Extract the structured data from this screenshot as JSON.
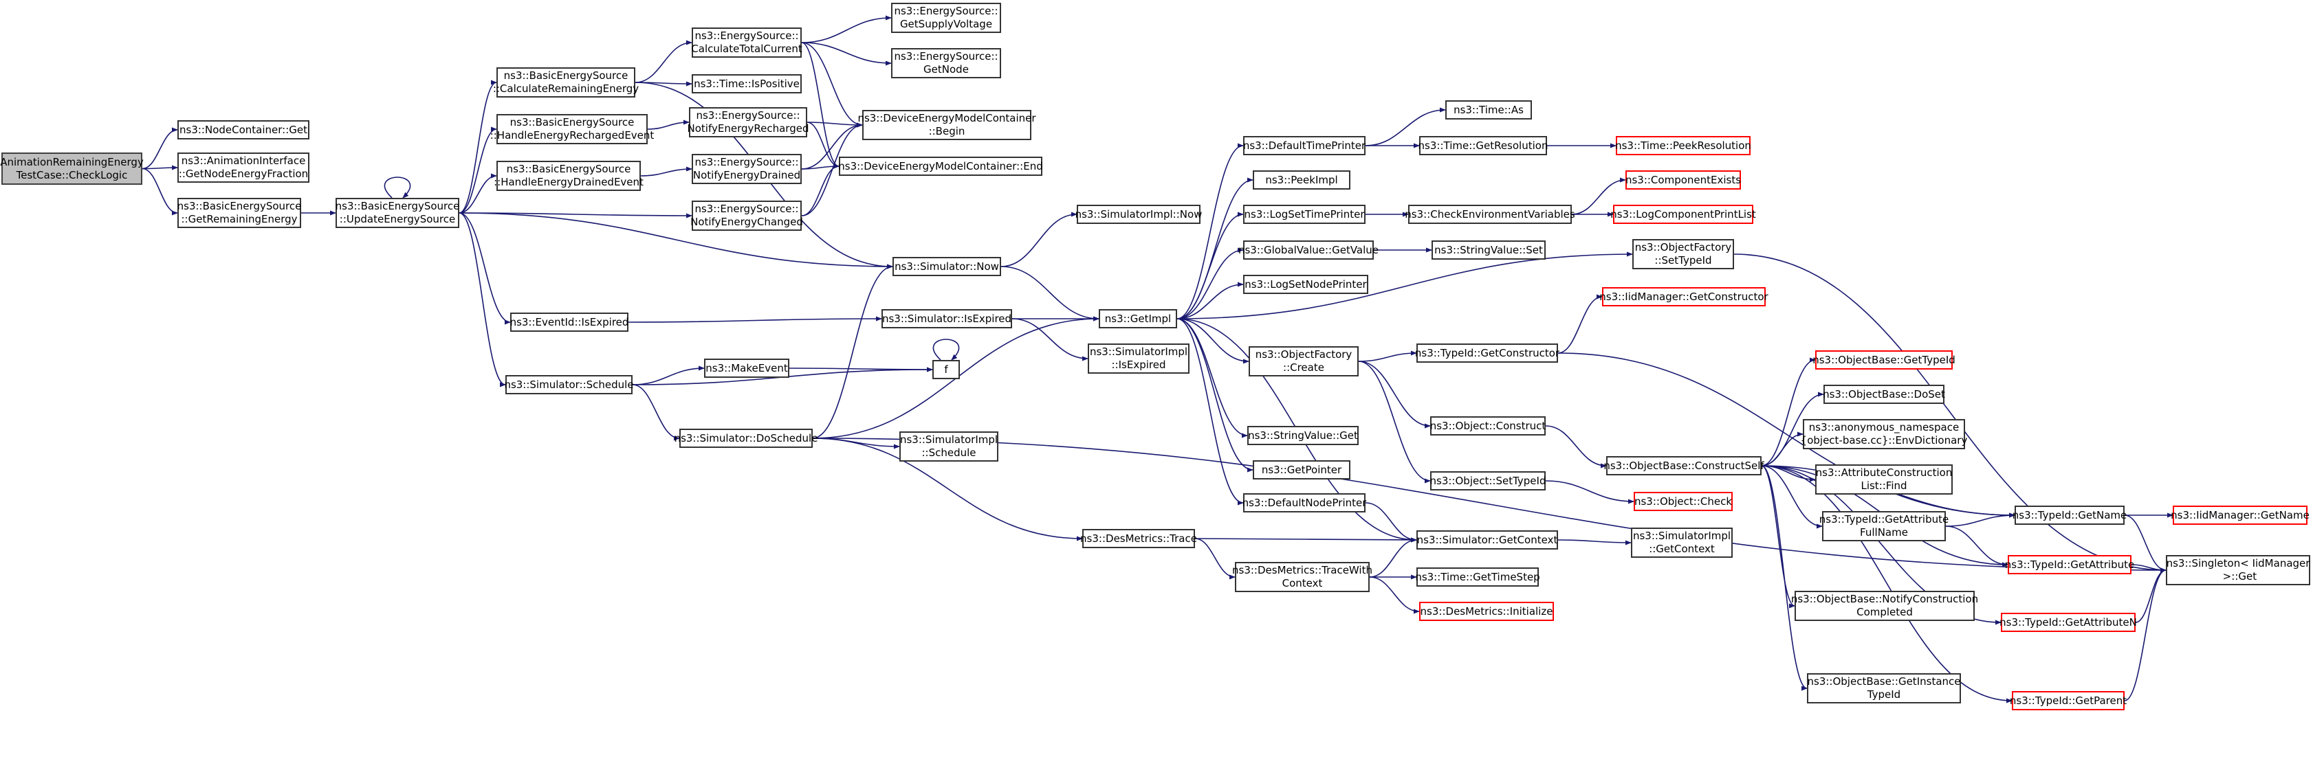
{
  "nodes": [
    {
      "id": "root",
      "label": "AnimationRemainingEnergy\nTestCase::CheckLogic",
      "kind": "root"
    },
    {
      "id": "nodecont",
      "label": "ns3::NodeContainer::Get"
    },
    {
      "id": "anim",
      "label": "ns3::AnimationInterface\n::GetNodeEnergyFraction"
    },
    {
      "id": "getrem",
      "label": "ns3::BasicEnergySource\n::GetRemainingEnergy"
    },
    {
      "id": "upd",
      "label": "ns3::BasicEnergySource\n::UpdateEnergySource"
    },
    {
      "id": "calcrem",
      "label": "ns3::BasicEnergySource\n::CalculateRemainingEnergy"
    },
    {
      "id": "hrech",
      "label": "ns3::BasicEnergySource\n::HandleEnergyRechargedEvent"
    },
    {
      "id": "hdrain",
      "label": "ns3::BasicEnergySource\n::HandleEnergyDrainedEvent"
    },
    {
      "id": "eid",
      "label": "ns3::EventId::IsExpired"
    },
    {
      "id": "sched",
      "label": "ns3::Simulator::Schedule"
    },
    {
      "id": "calctot",
      "label": "ns3::EnergySource::\nCalculateTotalCurrent"
    },
    {
      "id": "ispos",
      "label": "ns3::Time::IsPositive"
    },
    {
      "id": "notrech",
      "label": "ns3::EnergySource::\nNotifyEnergyRecharged"
    },
    {
      "id": "notdrain",
      "label": "ns3::EnergySource::\nNotifyEnergyDrained"
    },
    {
      "id": "notchg",
      "label": "ns3::EnergySource::\nNotifyEnergyChanged"
    },
    {
      "id": "supv",
      "label": "ns3::EnergySource::\nGetSupplyVoltage"
    },
    {
      "id": "esnode",
      "label": "ns3::EnergySource::\nGetNode"
    },
    {
      "id": "demb",
      "label": "ns3::DeviceEnergyModelContainer\n::Begin"
    },
    {
      "id": "deme",
      "label": "ns3::DeviceEnergyModelContainer::End"
    },
    {
      "id": "simnow",
      "label": "ns3::Simulator::Now"
    },
    {
      "id": "simimplnow",
      "label": "ns3::SimulatorImpl::Now"
    },
    {
      "id": "simexp",
      "label": "ns3::Simulator::IsExpired"
    },
    {
      "id": "simimplexp",
      "label": "ns3::SimulatorImpl\n::IsExpired"
    },
    {
      "id": "mkev",
      "label": "ns3::MakeEvent"
    },
    {
      "id": "f",
      "label": "f"
    },
    {
      "id": "dosch",
      "label": "ns3::Simulator::DoSchedule"
    },
    {
      "id": "simimplsch",
      "label": "ns3::SimulatorImpl\n::Schedule"
    },
    {
      "id": "dmtrace",
      "label": "ns3::DesMetrics::Trace"
    },
    {
      "id": "dmtwc",
      "label": "ns3::DesMetrics::TraceWith\nContext"
    },
    {
      "id": "getimpl",
      "label": "ns3::GetImpl"
    },
    {
      "id": "deftp",
      "label": "ns3::DefaultTimePrinter"
    },
    {
      "id": "peek",
      "label": "ns3::PeekImpl"
    },
    {
      "id": "logtp",
      "label": "ns3::LogSetTimePrinter"
    },
    {
      "id": "gvget",
      "label": "ns3::GlobalValue::GetValue"
    },
    {
      "id": "lognp",
      "label": "ns3::LogSetNodePrinter"
    },
    {
      "id": "ofcreate",
      "label": "ns3::ObjectFactory\n::Create"
    },
    {
      "id": "svget",
      "label": "ns3::StringValue::Get"
    },
    {
      "id": "getptr",
      "label": "ns3::GetPointer"
    },
    {
      "id": "defnp",
      "label": "ns3::DefaultNodePrinter"
    },
    {
      "id": "timeas",
      "label": "ns3::Time::As"
    },
    {
      "id": "timegetres",
      "label": "ns3::Time::GetResolution"
    },
    {
      "id": "peekres",
      "label": "ns3::Time::PeekResolution",
      "kind": "red"
    },
    {
      "id": "checkenv",
      "label": "ns3::CheckEnvironmentVariables"
    },
    {
      "id": "compex",
      "label": "ns3::ComponentExists",
      "kind": "red"
    },
    {
      "id": "logcpl",
      "label": "ns3::LogComponentPrintList",
      "kind": "red"
    },
    {
      "id": "svset",
      "label": "ns3::StringValue::Set"
    },
    {
      "id": "ofsettid",
      "label": "ns3::ObjectFactory\n::SetTypeId"
    },
    {
      "id": "iidgetctor",
      "label": "ns3::IidManager::GetConstructor",
      "kind": "red"
    },
    {
      "id": "tidgetctor",
      "label": "ns3::TypeId::GetConstructor"
    },
    {
      "id": "objconst",
      "label": "ns3::Object::Construct"
    },
    {
      "id": "objsettid",
      "label": "ns3::Object::SetTypeId"
    },
    {
      "id": "objcheck",
      "label": "ns3::Object::Check",
      "kind": "red"
    },
    {
      "id": "simgetctx",
      "label": "ns3::Simulator::GetContext"
    },
    {
      "id": "simimplctx",
      "label": "ns3::SimulatorImpl\n::GetContext"
    },
    {
      "id": "timegts",
      "label": "ns3::Time::GetTimeStep"
    },
    {
      "id": "dminit",
      "label": "ns3::DesMetrics::Initialize",
      "kind": "red"
    },
    {
      "id": "obgettid",
      "label": "ns3::ObjectBase::GetTypeId",
      "kind": "red"
    },
    {
      "id": "obdoset",
      "label": "ns3::ObjectBase::DoSet"
    },
    {
      "id": "anonenv",
      "label": "ns3::anonymous_namespace\n{object-base.cc}::EnvDictionary"
    },
    {
      "id": "attrfind",
      "label": "ns3::AttributeConstruction\nList::Find"
    },
    {
      "id": "obcself",
      "label": "ns3::ObjectBase::ConstructSelf"
    },
    {
      "id": "tidgafn",
      "label": "ns3::TypeId::GetAttribute\nFullName"
    },
    {
      "id": "obnotify",
      "label": "ns3::ObjectBase::NotifyConstruction\nCompleted"
    },
    {
      "id": "obinst",
      "label": "ns3::ObjectBase::GetInstance\nTypeId"
    },
    {
      "id": "tidgetname",
      "label": "ns3::TypeId::GetName"
    },
    {
      "id": "tidgetattr",
      "label": "ns3::TypeId::GetAttribute",
      "kind": "red"
    },
    {
      "id": "tidgetattrn",
      "label": "ns3::TypeId::GetAttributeN",
      "kind": "red"
    },
    {
      "id": "tidgetparent",
      "label": "ns3::TypeId::GetParent",
      "kind": "red"
    },
    {
      "id": "iidgetname",
      "label": "ns3::IidManager::GetName",
      "kind": "red"
    },
    {
      "id": "singleton",
      "label": "ns3::Singleton< IidManager\n >::Get"
    }
  ],
  "edges": [
    [
      "root",
      "nodecont"
    ],
    [
      "root",
      "anim"
    ],
    [
      "root",
      "getrem"
    ],
    [
      "getrem",
      "upd"
    ],
    [
      "upd",
      "upd"
    ],
    [
      "upd",
      "calcrem"
    ],
    [
      "upd",
      "hrech"
    ],
    [
      "upd",
      "hdrain"
    ],
    [
      "upd",
      "notchg"
    ],
    [
      "upd",
      "simnow"
    ],
    [
      "upd",
      "eid"
    ],
    [
      "upd",
      "sched"
    ],
    [
      "calcrem",
      "calctot"
    ],
    [
      "calcrem",
      "ispos"
    ],
    [
      "calcrem",
      "simnow"
    ],
    [
      "hrech",
      "notrech"
    ],
    [
      "hdrain",
      "notdrain"
    ],
    [
      "calctot",
      "supv"
    ],
    [
      "calctot",
      "esnode"
    ],
    [
      "calctot",
      "demb"
    ],
    [
      "calctot",
      "deme"
    ],
    [
      "notrech",
      "demb"
    ],
    [
      "notrech",
      "deme"
    ],
    [
      "notdrain",
      "demb"
    ],
    [
      "notdrain",
      "deme"
    ],
    [
      "notchg",
      "demb"
    ],
    [
      "notchg",
      "deme"
    ],
    [
      "simnow",
      "simimplnow"
    ],
    [
      "simnow",
      "getimpl"
    ],
    [
      "eid",
      "simexp"
    ],
    [
      "simexp",
      "getimpl"
    ],
    [
      "simexp",
      "simimplexp"
    ],
    [
      "sched",
      "mkev"
    ],
    [
      "sched",
      "f"
    ],
    [
      "sched",
      "dosch"
    ],
    [
      "mkev",
      "f"
    ],
    [
      "f",
      "f"
    ],
    [
      "dosch",
      "simnow"
    ],
    [
      "dosch",
      "getimpl"
    ],
    [
      "dosch",
      "simimplsch"
    ],
    [
      "dosch",
      "dmtrace"
    ],
    [
      "dosch",
      "singleton"
    ],
    [
      "dmtrace",
      "simgetctx"
    ],
    [
      "dmtrace",
      "dmtwc"
    ],
    [
      "dmtwc",
      "simgetctx"
    ],
    [
      "dmtwc",
      "timegts"
    ],
    [
      "dmtwc",
      "dminit"
    ],
    [
      "getimpl",
      "deftp"
    ],
    [
      "getimpl",
      "peek"
    ],
    [
      "getimpl",
      "logtp"
    ],
    [
      "getimpl",
      "gvget"
    ],
    [
      "getimpl",
      "lognp"
    ],
    [
      "getimpl",
      "ofcreate"
    ],
    [
      "getimpl",
      "svget"
    ],
    [
      "getimpl",
      "getptr"
    ],
    [
      "getimpl",
      "defnp"
    ],
    [
      "getimpl",
      "ofsettid"
    ],
    [
      "getimpl",
      "simgetctx"
    ],
    [
      "deftp",
      "timeas"
    ],
    [
      "deftp",
      "timegetres"
    ],
    [
      "timegetres",
      "peekres"
    ],
    [
      "logtp",
      "checkenv"
    ],
    [
      "checkenv",
      "compex"
    ],
    [
      "checkenv",
      "logcpl"
    ],
    [
      "gvget",
      "svset"
    ],
    [
      "ofcreate",
      "tidgetctor"
    ],
    [
      "ofcreate",
      "objconst"
    ],
    [
      "ofcreate",
      "objsettid"
    ],
    [
      "tidgetctor",
      "iidgetctor"
    ],
    [
      "tidgetctor",
      "tidgetname"
    ],
    [
      "objconst",
      "obcself"
    ],
    [
      "objsettid",
      "objcheck"
    ],
    [
      "defnp",
      "simgetctx"
    ],
    [
      "simgetctx",
      "simimplctx"
    ],
    [
      "ofsettid",
      "singleton"
    ],
    [
      "obcself",
      "obgettid"
    ],
    [
      "obcself",
      "obdoset"
    ],
    [
      "obcself",
      "anonenv"
    ],
    [
      "obcself",
      "attrfind"
    ],
    [
      "obcself",
      "tidgafn"
    ],
    [
      "obcself",
      "tidgetname"
    ],
    [
      "obcself",
      "tidgetattr"
    ],
    [
      "obcself",
      "obnotify"
    ],
    [
      "obcself",
      "tidgetattrn"
    ],
    [
      "obcself",
      "obinst"
    ],
    [
      "obcself",
      "tidgetparent"
    ],
    [
      "tidgafn",
      "tidgetname"
    ],
    [
      "tidgafn",
      "tidgetattr"
    ],
    [
      "tidgetname",
      "iidgetname"
    ],
    [
      "tidgetname",
      "singleton"
    ],
    [
      "tidgetattr",
      "singleton"
    ],
    [
      "tidgetattrn",
      "singleton"
    ],
    [
      "tidgetparent",
      "singleton"
    ]
  ]
}
